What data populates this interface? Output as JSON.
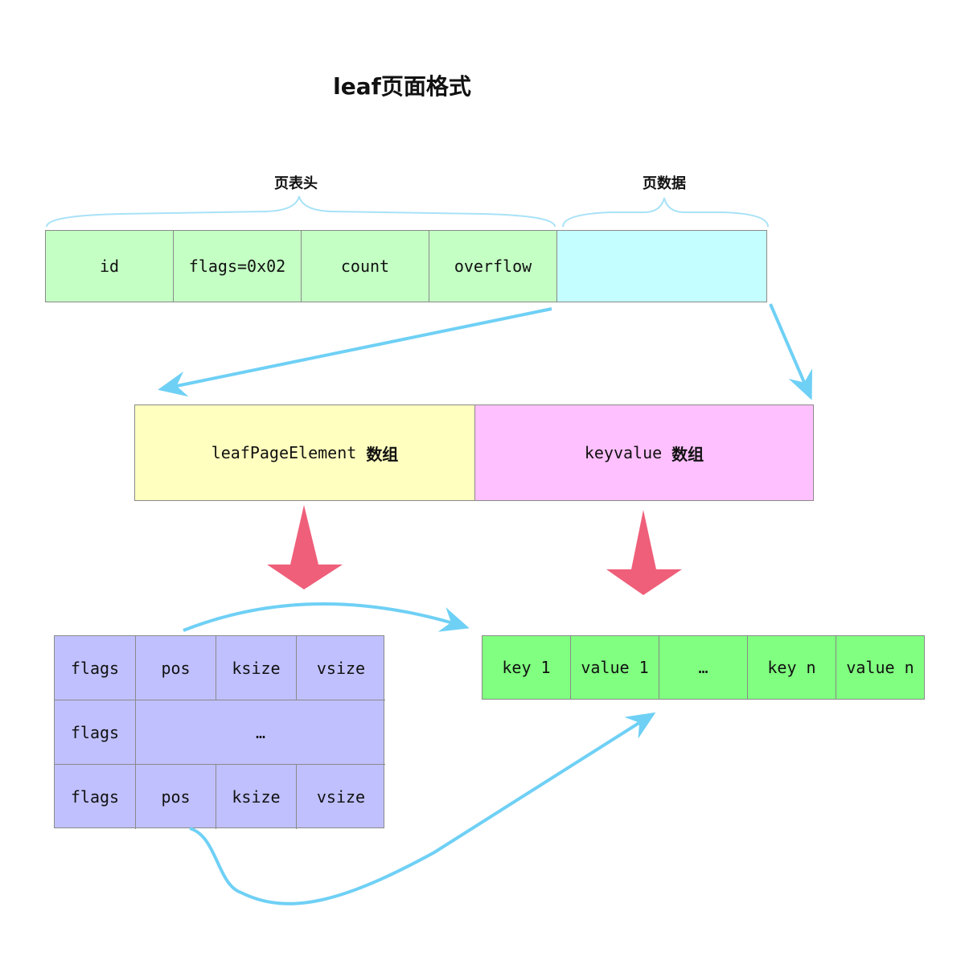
{
  "title": "leaf页面格式",
  "header_label": "页表头",
  "data_label": "页数据",
  "header_fields": [
    "id",
    "flags=0x02",
    "count",
    "overflow"
  ],
  "page_data_cell": "",
  "middle": {
    "elements": {
      "name": "leafPageElement",
      "suffix": "数组"
    },
    "keyvalues": {
      "name": "keyvalue",
      "suffix": "数组"
    }
  },
  "element_rows": [
    [
      "flags",
      "pos",
      "ksize",
      "vsize"
    ],
    [
      "flags",
      "…"
    ],
    [
      "flags",
      "pos",
      "ksize",
      "vsize"
    ]
  ],
  "kv_cells": [
    "key 1",
    "value 1",
    "…",
    "key n",
    "value n"
  ],
  "colors": {
    "header_green": "#c4ffc4",
    "page_data_cyan": "#c4feff",
    "elements_yellow": "#ffffbf",
    "keyvalue_pink": "#ffc0ff",
    "element_grid_purple": "#c0c0ff",
    "kv_green": "#80ff80",
    "arrow_blue": "#6fd0f5",
    "arrow_red": "#ef5f7a"
  }
}
